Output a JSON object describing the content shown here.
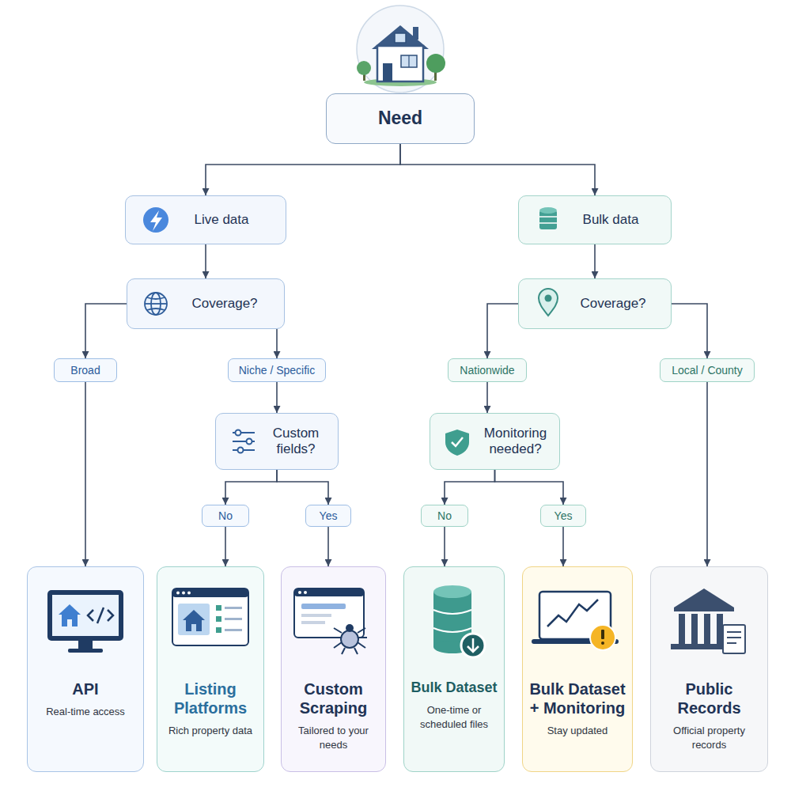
{
  "diagram": {
    "nodes": [
      {
        "text": [
          "Need"
        ]
      },
      {
        "text": [
          "Live data"
        ]
      },
      {
        "text": [
          "Bulk data"
        ]
      },
      {
        "text": [
          "Coverage?"
        ]
      },
      {
        "text": [
          "Coverage?"
        ]
      },
      {
        "text": [
          "Broad"
        ]
      },
      {
        "text": [
          "Niche / Specific"
        ]
      },
      {
        "text": [
          "Nationwide"
        ]
      },
      {
        "text": [
          "Local / County"
        ]
      },
      {
        "text": [
          "Custom fields?"
        ]
      },
      {
        "text": [
          "Monitoring needed?"
        ]
      },
      {
        "text": [
          "No"
        ]
      },
      {
        "text": [
          "Yes"
        ]
      },
      {
        "text": [
          "No"
        ]
      },
      {
        "text": [
          "Yes"
        ]
      },
      {
        "text": [
          "API",
          "Real-time access"
        ]
      },
      {
        "text": [
          "Listing Platforms",
          "Rich property data"
        ]
      },
      {
        "text": [
          "Custom Scraping",
          "Tailored to your needs"
        ]
      },
      {
        "text": [
          "Bulk Dataset",
          "One-time or scheduled files"
        ]
      },
      {
        "text": [
          "Bulk Dataset + Monitoring",
          "Stay updated"
        ]
      },
      {
        "text": [
          "Public Records",
          "Official property records"
        ]
      }
    ],
    "edges": [
      {
        "from": 0,
        "to": 1,
        "arrow": "to"
      },
      {
        "from": 0,
        "to": 2,
        "arrow": "to"
      },
      {
        "from": 1,
        "to": 3,
        "arrow": "to"
      },
      {
        "from": 2,
        "to": 4,
        "arrow": "to"
      },
      {
        "from": 3,
        "to": 5,
        "arrow": "to"
      },
      {
        "from": 3,
        "to": 6,
        "arrow": "to"
      },
      {
        "from": 4,
        "to": 7,
        "arrow": "to"
      },
      {
        "from": 4,
        "to": 8,
        "arrow": "to"
      },
      {
        "from": 5,
        "to": 15,
        "arrow": "to"
      },
      {
        "from": 6,
        "to": 9,
        "arrow": "to"
      },
      {
        "from": 7,
        "to": 10,
        "arrow": "to"
      },
      {
        "from": 8,
        "to": 20,
        "arrow": "to"
      },
      {
        "from": 9,
        "to": 11,
        "arrow": "to"
      },
      {
        "from": 9,
        "to": 12,
        "arrow": "to"
      },
      {
        "from": 10,
        "to": 13,
        "arrow": "to"
      },
      {
        "from": 10,
        "to": 14,
        "arrow": "to"
      },
      {
        "from": 11,
        "to": 16,
        "arrow": "to"
      },
      {
        "from": 12,
        "to": 17,
        "arrow": "to"
      },
      {
        "from": 13,
        "to": 18,
        "arrow": "to"
      },
      {
        "from": 14,
        "to": 19,
        "arrow": "to"
      }
    ]
  }
}
